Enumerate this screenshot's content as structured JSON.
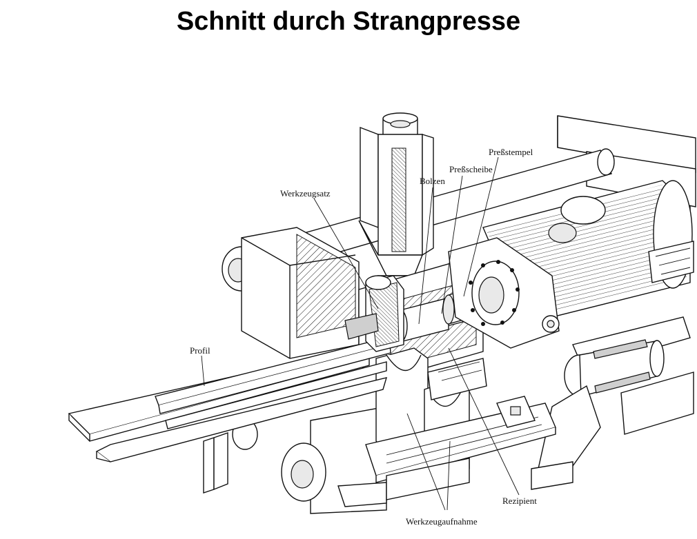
{
  "title": "Schnitt durch Strangpresse",
  "labels": {
    "prefsstempel": "Preßstempel",
    "prefsscheibe": "Preßscheibe",
    "bolzen": "Bolzen",
    "werkzeugsatz": "Werkzeugsatz",
    "profil": "Profil",
    "rezipient": "Rezipient",
    "werkzeugaufnahme": "Werkzeugaufnahme"
  }
}
